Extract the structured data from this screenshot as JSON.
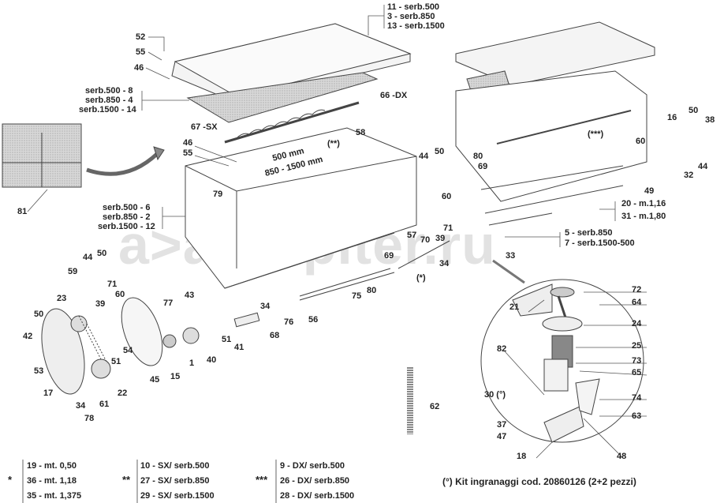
{
  "watermark": "a>autopiter.ru",
  "labels": {
    "top_cover": [
      "11 - serb.500",
      "3 - serb.850",
      "13 - serb.1500"
    ],
    "mesh": [
      "serb.500 -  8",
      "serb.850 -  4",
      "serb.1500 - 14"
    ],
    "hopper": [
      "serb.500 -  6",
      "serb.850 -  2",
      "serb.1500 - 12"
    ],
    "dims": [
      "500 mm",
      "850 - 1500 mm"
    ],
    "n52": "52",
    "n55a": "55",
    "n46a": "46",
    "n66": "66 -DX",
    "n67": "67 -SX",
    "n58": "58",
    "star2": "(**)",
    "n46b": "46",
    "n55b": "55",
    "n79": "79",
    "n81": "81",
    "n44a": "44",
    "n50a": "50",
    "n80a": "80",
    "n69a": "69",
    "n60a": "60",
    "n71a": "71",
    "n39a": "39",
    "n57": "57",
    "n70": "70",
    "n34a": "34",
    "star1": "(*)",
    "n33": "33",
    "shaft": [
      "5 - serb.850",
      "7 - serb.1500-500"
    ],
    "rod": [
      "20 - m.1,16",
      "31 - m.1,80"
    ],
    "n16": "16",
    "n50b": "50",
    "n38": "38",
    "n60b": "60",
    "n32": "32",
    "n44b": "44",
    "n49": "49",
    "star3": "(***)",
    "n69b": "69",
    "n80b": "80",
    "n75": "75",
    "n76": "76",
    "n56": "56",
    "n68": "68",
    "n34b": "34",
    "n41": "41",
    "n43": "43",
    "n51a": "51",
    "n40": "40",
    "n1": "1",
    "n15": "15",
    "n45": "45",
    "n77": "77",
    "n71b": "71",
    "n60c": "60",
    "n39b": "39",
    "n54": "54",
    "n51b": "51",
    "n50c": "50",
    "n44c": "44",
    "n59": "59",
    "n23": "23",
    "n50d": "50",
    "n42": "42",
    "n53": "53",
    "n17": "17",
    "n34c": "34",
    "n61": "61",
    "n22": "22",
    "n78": "78",
    "n62": "62",
    "n72": "72",
    "n64": "64",
    "n24": "24",
    "n25": "25",
    "n73": "73",
    "n65": "65",
    "n74": "74",
    "n63": "63",
    "n48": "48",
    "n18": "18",
    "n47": "47",
    "n37": "37",
    "n30": "30 (°)",
    "n82": "82",
    "n21": "21"
  },
  "legend": {
    "chain": {
      "mark": "*",
      "items": [
        "19 - mt. 0,50",
        "36  - mt. 1,18",
        "35 - mt. 1,375"
      ]
    },
    "sx": {
      "mark": "**",
      "items": [
        "10 - SX/ serb.500",
        "27 - SX/ serb.850",
        "29 - SX/ serb.1500"
      ]
    },
    "dx": {
      "mark": "***",
      "items": [
        "9  - DX/ serb.500",
        "26 - DX/ serb.850",
        "28 - DX/ serb.1500"
      ]
    },
    "kit_note": "(°) Kit ingranaggi cod. 20860126 (2+2 pezzi)"
  }
}
